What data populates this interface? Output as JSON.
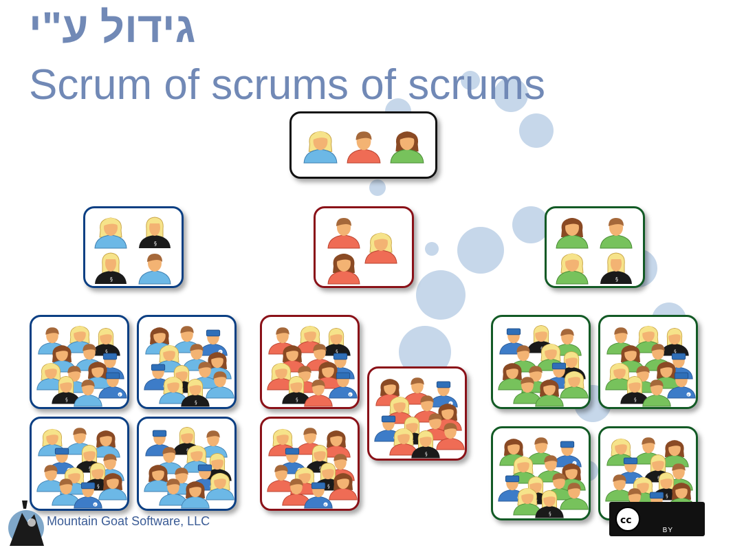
{
  "slide": {
    "title_hebrew": "גידול ע\"י",
    "title_english": "Scrum of scrums of scrums",
    "footer": "Mountain Goat Software, LLC",
    "license": "BY"
  },
  "colors": {
    "title": "#7189b6",
    "bubbles": "#c6d7ea",
    "blue_team": "#0b3f83",
    "red_team": "#8a1118",
    "green_team": "#125a25",
    "top_level": "#111111"
  },
  "icons": [
    "person-icon",
    "blonde-person-icon",
    "black-shirt-person-icon",
    "capped-person-icon",
    "mountain-goat-logo-icon",
    "creative-commons-icon"
  ]
}
